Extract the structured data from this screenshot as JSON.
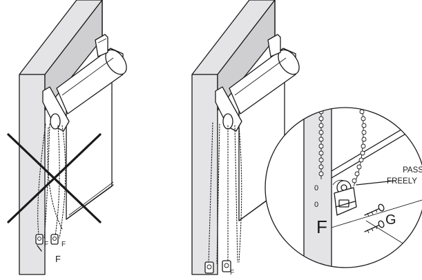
{
  "labels": {
    "left_f_small_1": "F",
    "left_f_small_2": "F",
    "left_f": "F",
    "right_f_small": "F",
    "detail_zero_1": "0",
    "detail_zero_2": "0",
    "detail_f": "F",
    "detail_pass_line1": "PASS",
    "detail_pass_line2": "FREELY",
    "detail_g": "G"
  },
  "colors": {
    "ink": "#1a1a1a",
    "wall": "#e4e4e6",
    "wall_shadow": "#cfcfd2"
  }
}
